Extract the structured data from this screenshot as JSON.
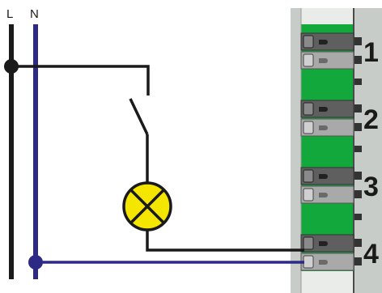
{
  "wires": {
    "live_label": "L",
    "neutral_label": "N"
  },
  "terminal_block": {
    "terminals": [
      {
        "number": "1"
      },
      {
        "number": "2"
      },
      {
        "number": "3"
      },
      {
        "number": "4"
      }
    ]
  },
  "colors": {
    "live_wire": "#1a1a1a",
    "neutral_wire": "#2d2a86",
    "lamp_fill": "#f5e600",
    "block_green": "#12a83c",
    "block_housing": "#c8ccc8",
    "clamp_dark": "#5f5f5f",
    "clamp_light": "#a9a9a9"
  }
}
